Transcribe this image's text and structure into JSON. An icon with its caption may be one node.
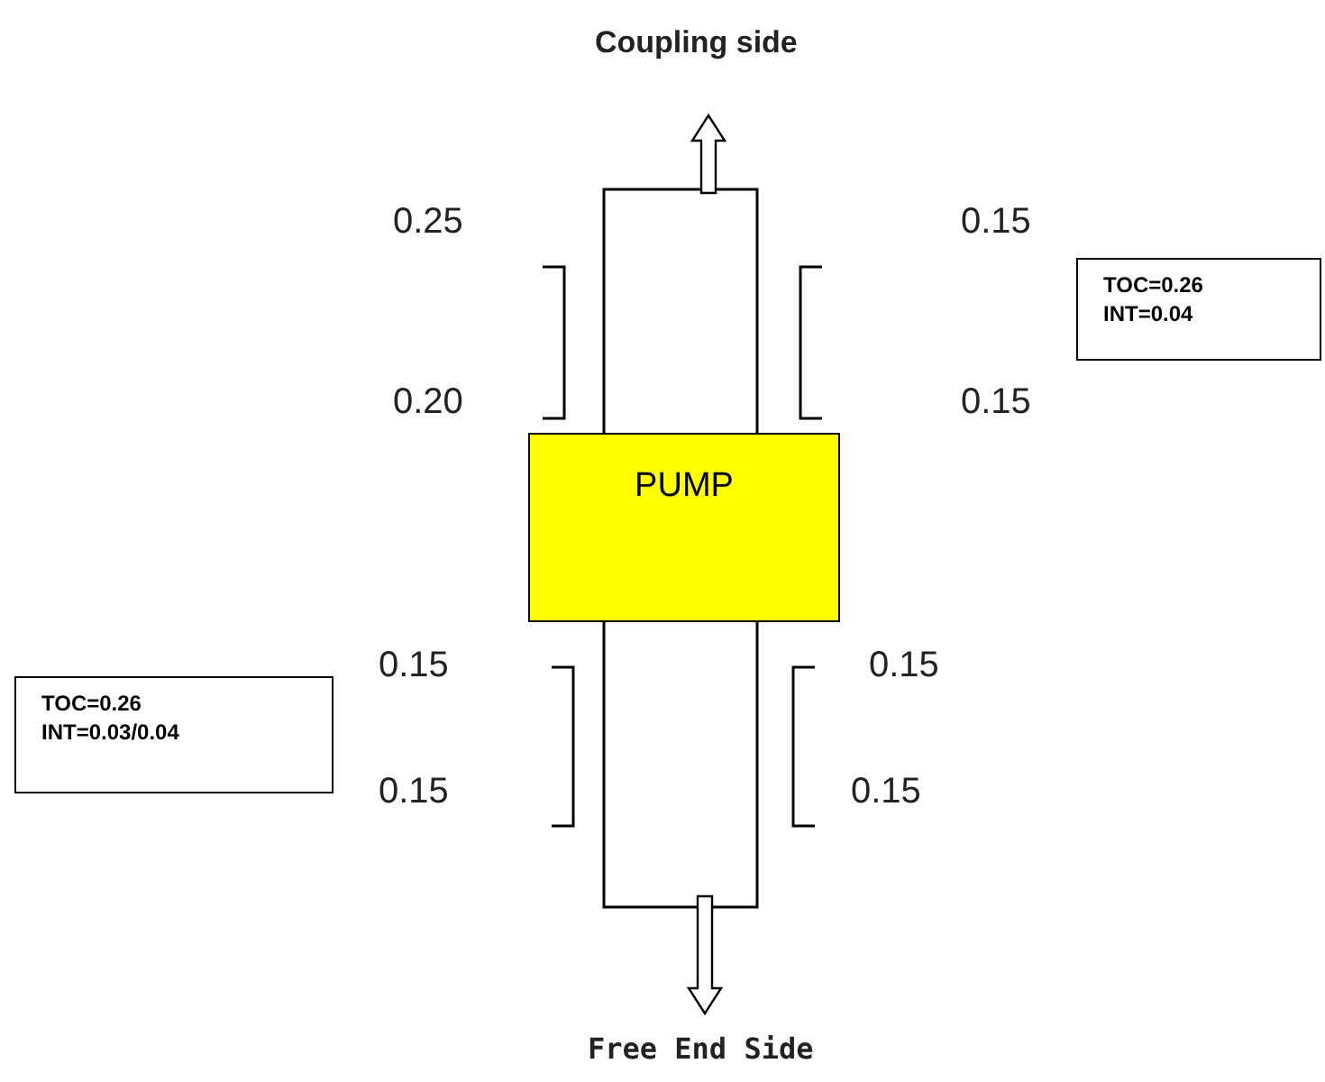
{
  "diagram": {
    "nodes": [
      {
        "text": [
          "PUMP"
        ]
      },
      {
        "text": [
          "TOC=0.26",
          "INT=0.04"
        ]
      },
      {
        "text": [
          "TOC=0.26",
          "INT=0.03/0.04"
        ]
      }
    ],
    "edges": [],
    "labels": [
      "Coupling side",
      "0.25",
      "0.15",
      "0.20",
      "0.15",
      "0.15",
      "0.15",
      "0.15",
      "0.15",
      "Free End Side"
    ]
  }
}
